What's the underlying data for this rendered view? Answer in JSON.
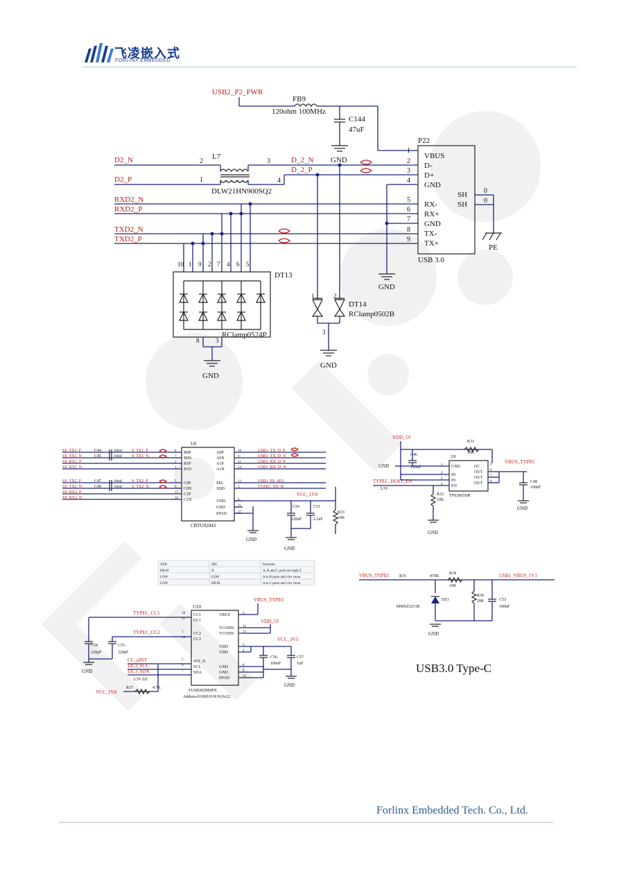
{
  "header": {
    "logo_cn": "飞凌嵌入式",
    "logo_en": "FORLINX EMBEDDED"
  },
  "footer": {
    "company": "Forlinx Embedded Tech. Co., Ltd."
  },
  "colors": {
    "wire": "#1a237e",
    "net_red": "#c01818",
    "brand": "#1a3d8f"
  },
  "schematic_top": {
    "pwr_net": "USB2_P2_PWR",
    "fb_ref": "FB9",
    "fb_val": "120ohm 100MHz",
    "cap_ref": "C144",
    "cap_val": "47uF",
    "gnd": "GND",
    "choke_ref": "L7",
    "choke_part": "DLW21HN900SQ2",
    "net_d2n": "D2_N",
    "net_d2p": "D2_P",
    "net_d2n_out": "D_2_N",
    "net_d2p_out": "D_2_P",
    "net_rxd2n": "RXD2_N",
    "net_rxd2p": "RXD2_P",
    "net_txd2n": "TXD2_N",
    "net_txd2p": "TXD2_P",
    "conn_ref": "P22",
    "conn_name": "USB 3.0",
    "conn_pins": [
      "VBUS",
      "D-",
      "D+",
      "GND",
      "RX-",
      "RX+",
      "GND",
      "TX-",
      "TX+"
    ],
    "conn_pin_nums": [
      "1",
      "2",
      "3",
      "4",
      "5",
      "6",
      "7",
      "8",
      "9"
    ],
    "shield_pins": [
      "SH",
      "SH"
    ],
    "shield_nums": [
      "0",
      "0"
    ],
    "pe": "PE",
    "pin2": "2",
    "pin1": "1",
    "pin3": "3",
    "pin4": "4",
    "dt13_ref": "DT13",
    "dt13_part": "RClamp0524P",
    "dt13_pins": [
      "10",
      "1",
      "9",
      "2",
      "7",
      "4",
      "6",
      "5"
    ],
    "dt13_gnd_pins": [
      "8",
      "3"
    ],
    "dt14_ref": "DT14",
    "dt14_part": "RClamp0502B",
    "dt14_pins": [
      "1",
      "2",
      "3"
    ]
  },
  "schematic_u6": {
    "ref": "U6",
    "part": "CBTU02043",
    "left_pins": [
      "B0P",
      "B0N",
      "B1P",
      "B1N",
      "C0P",
      "C0N",
      "C1P",
      "C1N"
    ],
    "left_nums": [
      "8",
      "7",
      "2",
      "1",
      "5",
      "6",
      "15",
      "16"
    ],
    "right_pins": [
      "A0P",
      "A0N",
      "A1P",
      "A1N",
      "SEL",
      "XSD",
      "VDD",
      "GND",
      "EPAD"
    ],
    "right_nums": [
      "10",
      "9",
      "11",
      "14",
      "12",
      "3",
      "4",
      "11",
      "17"
    ],
    "left_nets": [
      "SS_TX1_P",
      "SS_TX1_N",
      "SS_RX1_P",
      "SS_RX1_N",
      "SS_TX2_P",
      "SS_TX2_N",
      "SS_RX2_P",
      "SS_RX2_N"
    ],
    "caps": [
      "C44",
      "C45",
      "C47",
      "C49"
    ],
    "cap_val": "100nF",
    "mid_nets": [
      "S_TX1_P",
      "S_TX1_N",
      "S_TX2_P",
      "S_TX2_N"
    ],
    "right_nets": [
      "USB1_TX_D_P",
      "USB1_TX_D_N",
      "USB1_RX_D_P",
      "USB1_RX_D_N",
      "USB1_SS_SEL",
      "TYPEC_EN_B"
    ],
    "vcc": "VCC_1V8",
    "c50": "C50",
    "c50_val": "220nF",
    "c51": "C51",
    "c51_val": "2.2uF",
    "r33": "R33",
    "r33_val": "10K",
    "gnd": "GND"
  },
  "schematic_u8": {
    "ref": "U8",
    "part": "TPS2065DR",
    "vdd": "VDD_5V",
    "r31": "R31",
    "r31_val": "10K",
    "c46": "C46",
    "c46_val": "100nF",
    "left_pins": [
      "GND",
      "IN",
      "IN",
      "EN"
    ],
    "left_nums": [
      "1",
      "2",
      "3",
      "4"
    ],
    "right_pins": [
      "OC",
      "OUT",
      "OUT",
      "OUT"
    ],
    "right_nums": [
      "5",
      "6",
      "7",
      "8"
    ],
    "vbus": "VBUS_TYPEC",
    "c48": "C48",
    "c48_val": "100nF",
    "host_en": "TYPEC_HOST_EN",
    "v33": "3.3V",
    "r32": "R32",
    "r32_val": "10K",
    "gnd": "GND"
  },
  "truth_table": {
    "headers": [
      "XSD",
      "SEL",
      "Function"
    ],
    "rows": [
      [
        "HIGH",
        "X",
        "A, B and C ports are high-Z"
      ],
      [
        "LOW",
        "LOW",
        "A to B ports and vice versa"
      ],
      [
        "LOW",
        "HIGH",
        "A to C ports and vice versa"
      ]
    ]
  },
  "schematic_vbus": {
    "net_in": "VBUS_TYPEC",
    "r35": "R35",
    "r35_val": "470R",
    "r34": "R34",
    "r34_val": "10K",
    "net_out": "USB1_VBUS_1V1",
    "r36": "R36",
    "r36_val": "20K",
    "c53": "C53",
    "c53_val": "100nF",
    "zener": "DZ1",
    "zener_part": "MMSZ5231B",
    "gnd": "GND"
  },
  "schematic_u10": {
    "ref": "U10",
    "part": "FUSB302BMPX",
    "address": "Address:0100010 R/W,0x22",
    "left_pins": [
      "CC1",
      "CC1",
      "CC2",
      "CC2",
      "INT_N",
      "SCL",
      "SDA"
    ],
    "left_nums": [
      "10",
      "11",
      "1",
      "14",
      "5",
      "6",
      "7"
    ],
    "right_pins": [
      "VBUS",
      "VCONN",
      "VCONN",
      "VDD",
      "VDD",
      "GND",
      "GND",
      "EPAD"
    ],
    "right_nums": [
      "2",
      "12",
      "13",
      "3",
      "4",
      "8",
      "9",
      "15"
    ],
    "nets_left": [
      "TYPEC_CC1",
      "TYPEC_CC2",
      "CC_nINT",
      "I2C3_SCL",
      "I2C3_SDA"
    ],
    "v33_i2c": "3.3V I2C",
    "vbus": "VBUS_TYPEC",
    "vdd5": "VDD_5V",
    "vcc33": "VCC_3V3",
    "c54": "C54",
    "c54_val": "220pF",
    "c55": "C55",
    "c55_val": "220pF",
    "c56": "C56",
    "c56_val": "100nF",
    "c57": "C57",
    "c57_val": "1uF",
    "r37": "R37",
    "r37_val": "4.7K",
    "vcc18": "VCC_1V8",
    "gnd": "GND"
  },
  "section_title": "USB3.0 Type-C"
}
